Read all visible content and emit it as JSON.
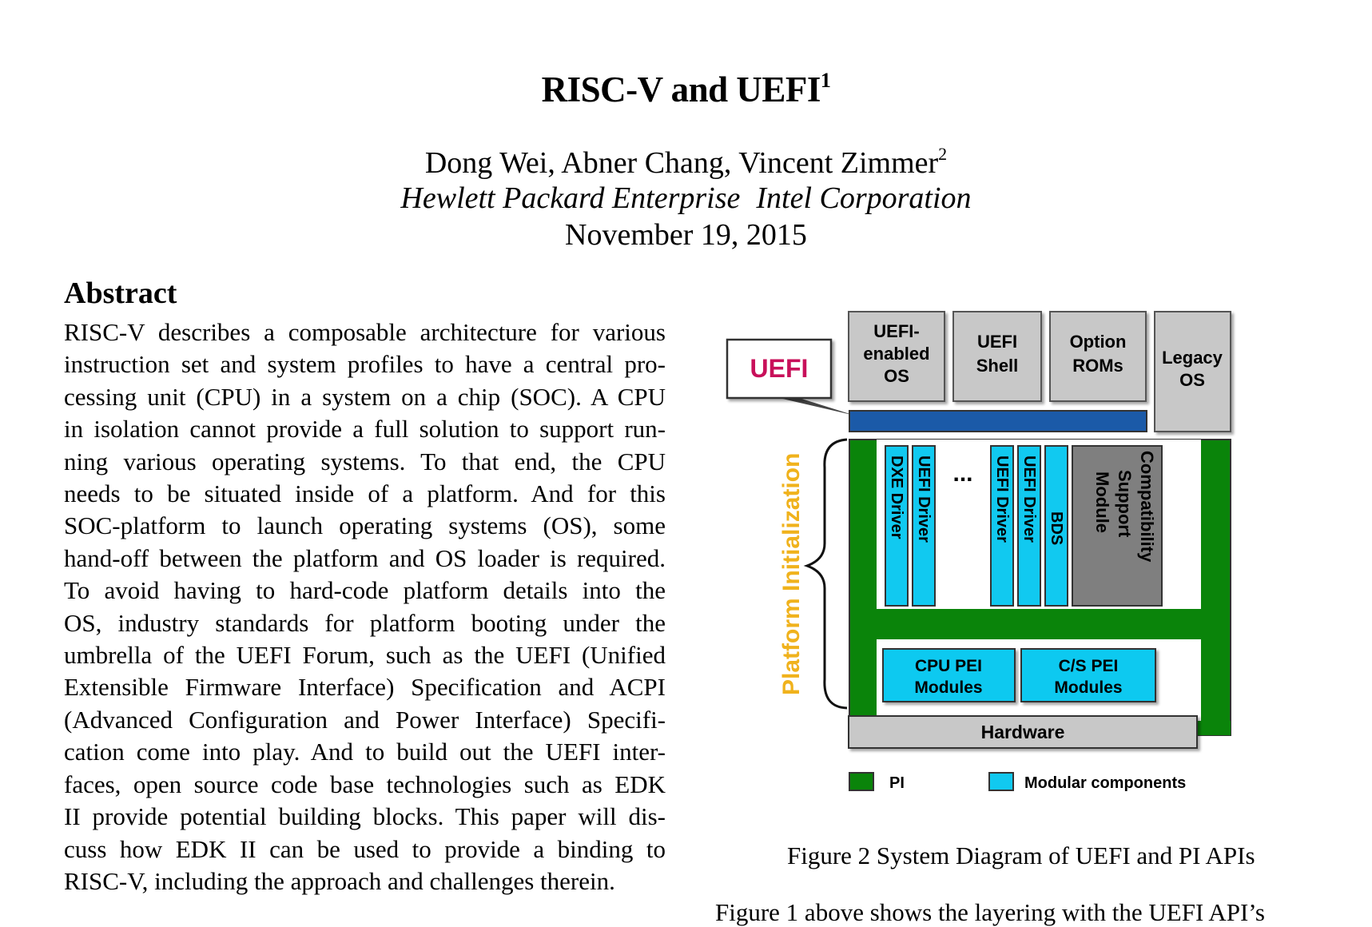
{
  "paper": {
    "title": "RISC-V and UEFI",
    "title_footnote": "1",
    "authors": "Dong Wei, Abner Chang, Vincent Zimmer",
    "authors_footnote": "2",
    "affiliations": [
      "Hewlett Packard Enterprise",
      "Intel Corporation"
    ],
    "date": "November 19, 2015"
  },
  "abstract": {
    "heading": "Abstract",
    "lines": [
      "RISC-V describes a composable architecture for various",
      "instruction set and system profiles to have a central pro-",
      "cessing unit (CPU) in a system on a chip (SOC). A CPU",
      "in isolation cannot provide a full solution to support run-",
      "ning various operating systems. To that end, the CPU",
      "needs to be situated inside of a platform. And for this",
      "SOC-platform to launch operating systems (OS), some",
      "hand-off between the platform and OS loader is required.",
      "To avoid having to hard-code platform details into the",
      "OS, industry standards for platform booting under the",
      "umbrella of the UEFI Forum, such as the UEFI (Unified",
      "Extensible Firmware Interface) Specification and ACPI",
      "(Advanced Configuration and Power Interface) Specifi-",
      "cation come into play. And to build out the UEFI inter-",
      "faces, open source code base technologies such as EDK",
      "II provide potential building blocks. This paper will dis-",
      "cuss how EDK II can be used to provide a binding to",
      "RISC-V, including the approach and challenges therein."
    ]
  },
  "figure": {
    "callout": "UEFI",
    "top_boxes": [
      [
        "UEFI-",
        "enabled",
        "OS"
      ],
      [
        "UEFI",
        "Shell"
      ],
      [
        "Option",
        "ROMs"
      ],
      [
        "Legacy",
        "OS"
      ]
    ],
    "side_label": "Platform Initialization",
    "drivers": [
      "DXE Driver",
      "UEFI Driver",
      "UEFI Driver",
      "UEFI Driver",
      "BDS"
    ],
    "ellipsis": "...",
    "csm": [
      "Compatibility",
      "Support",
      "Module"
    ],
    "pei": [
      [
        "CPU PEI",
        "Modules"
      ],
      [
        "C/S PEI",
        "Modules"
      ]
    ],
    "hardware": "Hardware",
    "legend": [
      "PI",
      "Modular components"
    ],
    "colors": {
      "pi_green": "#0a840a",
      "modular_cyan": "#11c9f0",
      "uefi_bar": "#1b5aa8",
      "callout_text": "#c8105a",
      "side_label": "#f0b21c",
      "box_gray": "#c8c8c8",
      "csm_gray": "#7f7f7f"
    },
    "caption": "Figure 2 System Diagram of UEFI and PI APIs"
  },
  "body_next": {
    "partial_line": "Figure 1 above shows the layering with the UEFI API’s"
  }
}
